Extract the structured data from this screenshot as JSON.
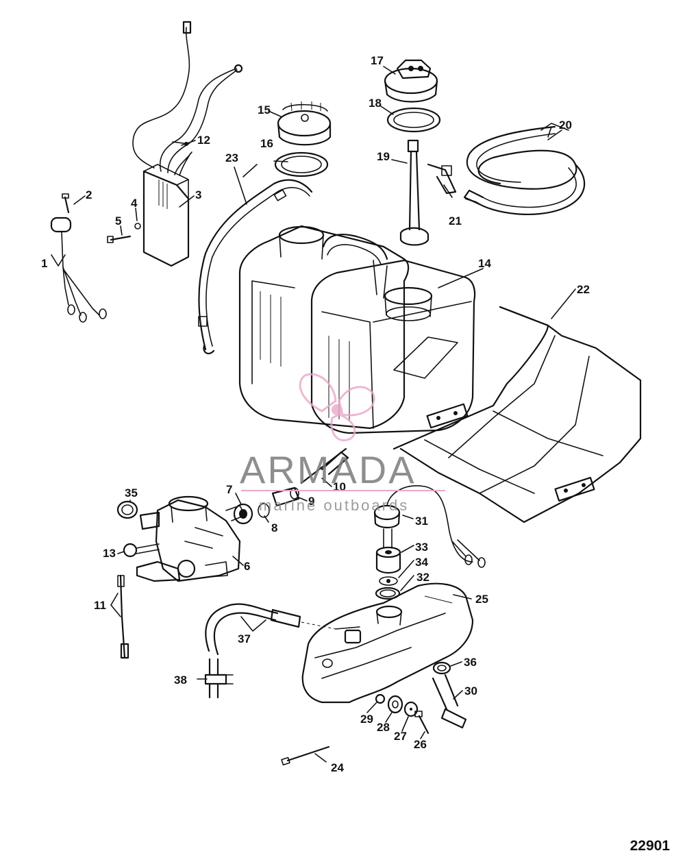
{
  "diagram": {
    "id": "22901",
    "callouts": [
      "1",
      "2",
      "3",
      "4",
      "5",
      "6",
      "7",
      "8",
      "9",
      "10",
      "11",
      "12",
      "13",
      "14",
      "15",
      "16",
      "17",
      "18",
      "19",
      "20",
      "21",
      "22",
      "23",
      "24",
      "25",
      "26",
      "27",
      "28",
      "29",
      "30",
      "31",
      "32",
      "33",
      "34",
      "35",
      "36",
      "37",
      "38"
    ]
  },
  "watermark": {
    "brand": "ARMADA",
    "tagline": "marine outboards",
    "color": "#e8a7c8"
  }
}
